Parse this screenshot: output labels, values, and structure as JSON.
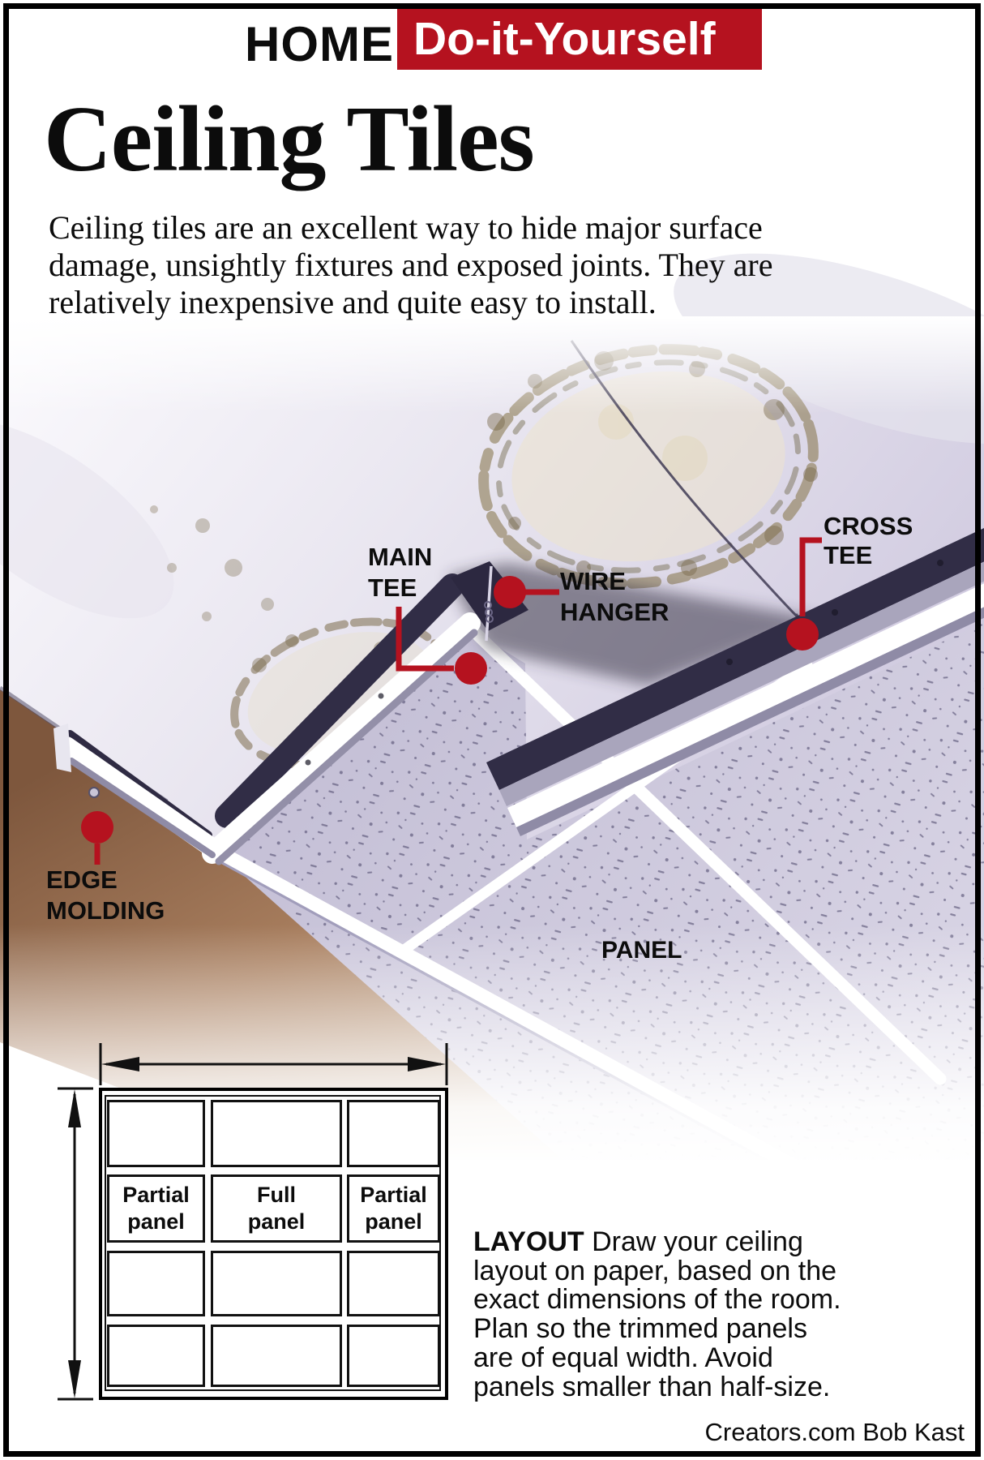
{
  "header": {
    "section": "HOME",
    "badge": "Do-it-Yourself"
  },
  "title": "Ceiling Tiles",
  "intro": "Ceiling tiles are an excellent way to hide major surface\ndamage, unsightly fixtures and exposed joints. They are\nrelatively inexpensive and quite easy to install.",
  "illustration": {
    "labels": {
      "main_tee": "MAIN\nTEE",
      "wire_hanger": "WIRE\nHANGER",
      "cross_tee": "CROSS\nTEE",
      "edge_molding": "EDGE\nMOLDING",
      "panel": "PANEL"
    }
  },
  "layout_diagram": {
    "cells": [
      [
        "",
        "",
        ""
      ],
      [
        "Partial\npanel",
        "Full\npanel",
        "Partial\npanel"
      ],
      [
        "",
        "",
        ""
      ],
      [
        "",
        "",
        ""
      ]
    ]
  },
  "layout_note": {
    "heading": "LAYOUT",
    "body": " Draw your ceiling\nlayout on paper, based on the\nexact dimensions of the room.\nPlan so the trimmed panels\nare of equal width. Avoid\npanels smaller than half-size."
  },
  "credit": "Creators.com Bob Kast",
  "colors": {
    "accent_red": "#b5121f",
    "rail_navy": "#312d46",
    "panel_lavender": "#c9c4da",
    "wall_brown": "#9a6f50",
    "stain_olive": "#77684a"
  }
}
